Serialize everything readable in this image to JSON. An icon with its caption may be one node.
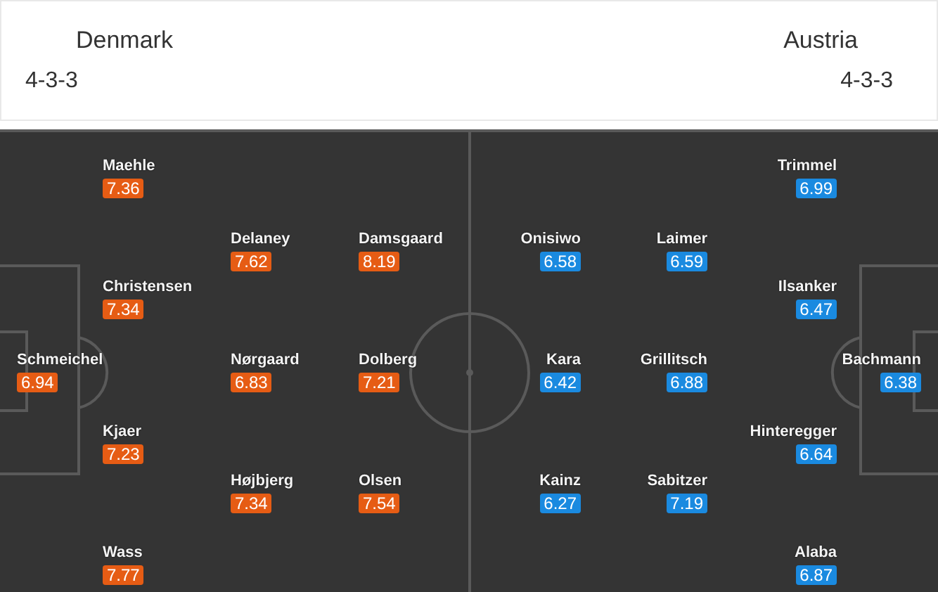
{
  "diagram": {
    "nodes": [
      {
        "text": [
          "Maehle",
          "7.36"
        ]
      },
      {
        "text": [
          "Trimmel",
          "6.99"
        ]
      },
      {
        "text": [
          "Delaney",
          "7.62"
        ]
      },
      {
        "text": [
          "Damsgaard",
          "8.19"
        ]
      },
      {
        "text": [
          "Onisiwo",
          "6.58"
        ]
      },
      {
        "text": [
          "Laimer",
          "6.59"
        ]
      },
      {
        "text": [
          "Christensen",
          "7.34"
        ]
      },
      {
        "text": [
          "Ilsanker",
          "6.47"
        ]
      },
      {
        "text": [
          "Schmeichel",
          "6.94"
        ]
      },
      {
        "text": [
          "Nørgaard",
          "6.83"
        ]
      },
      {
        "text": [
          "Dolberg",
          "7.21"
        ]
      },
      {
        "text": [
          "Kara",
          "6.42"
        ]
      },
      {
        "text": [
          "Grillitsch",
          "6.88"
        ]
      },
      {
        "text": [
          "Bachmann",
          "6.38"
        ]
      },
      {
        "text": [
          "Kjaer",
          "7.23"
        ]
      },
      {
        "text": [
          "Hinteregger",
          "6.64"
        ]
      },
      {
        "text": [
          "Højbjerg",
          "7.34"
        ]
      },
      {
        "text": [
          "Olsen",
          "7.54"
        ]
      },
      {
        "text": [
          "Kainz",
          "6.27"
        ]
      },
      {
        "text": [
          "Sabitzer",
          "7.19"
        ]
      },
      {
        "text": [
          "Wass",
          "7.77"
        ]
      },
      {
        "text": [
          "Alaba",
          "6.87"
        ]
      }
    ],
    "labels": [
      "Denmark",
      "Austria",
      "4-3-3",
      "4-3-3"
    ]
  }
}
